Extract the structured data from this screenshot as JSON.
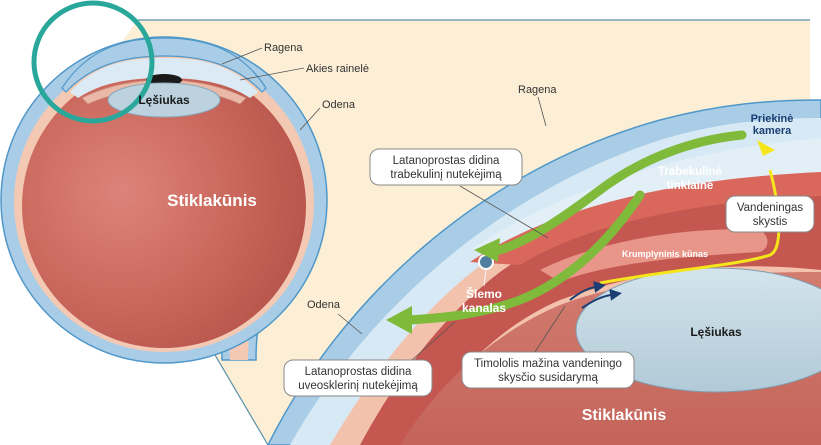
{
  "overview_eye": {
    "ragena": "Ragena",
    "akies_raineke": "Akies rainelė",
    "odena": "Odena",
    "lesiukas": "Lęšiukas",
    "stiklakunis": "Stiklakūnis"
  },
  "detail": {
    "ragena": "Ragena",
    "priekine_kamera": [
      "Priekinė",
      "kamera"
    ],
    "trabekuline_tinklaine": [
      "Trabekulinė",
      "tinklainė"
    ],
    "vandeningas_skystis": [
      "Vandeningas",
      "skystis"
    ],
    "krumplyninis_kunas": "Krumplyninis kūnas",
    "slemo_kanalas": [
      "Šlemo",
      "kanalas"
    ],
    "odena": "Odena",
    "lesiukas": "Lęšiukas",
    "stiklakunis": "Stiklakūnis"
  },
  "callouts": {
    "latanoprostas_trabekulinis": [
      "Latanoprostas didina",
      "trabekulinį nutekėjimą"
    ],
    "latanoprostas_uveosklerinis": [
      "Latanoprostas didina",
      "uveosklerinį nutekėjimą"
    ],
    "timololis": [
      "Timololis mažina vandeningo",
      "skysčio susidarymą"
    ]
  },
  "colors": {
    "background_fill": "#fcefd6",
    "cornea_blue": "#a9cde6",
    "cornea_outline": "#4f97c9",
    "vitreous": "#cf6e63",
    "lens": "#bcd3df",
    "green_arrow": "#7fba3a",
    "yellow_arrow": "#f5e61c",
    "teal_circle": "#2aa79b",
    "label_navy": "#1b3f73"
  }
}
